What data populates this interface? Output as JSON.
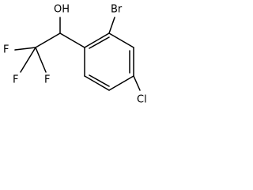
{
  "structure": {
    "atoms": {
      "hydroxyl": "OH",
      "bromine": "Br",
      "chlorine": "Cl",
      "fluorine_left": "F",
      "fluorine_lower_left": "F",
      "fluorine_lower_right": "F"
    },
    "line_color": "#000000",
    "background_color": "#ffffff"
  }
}
